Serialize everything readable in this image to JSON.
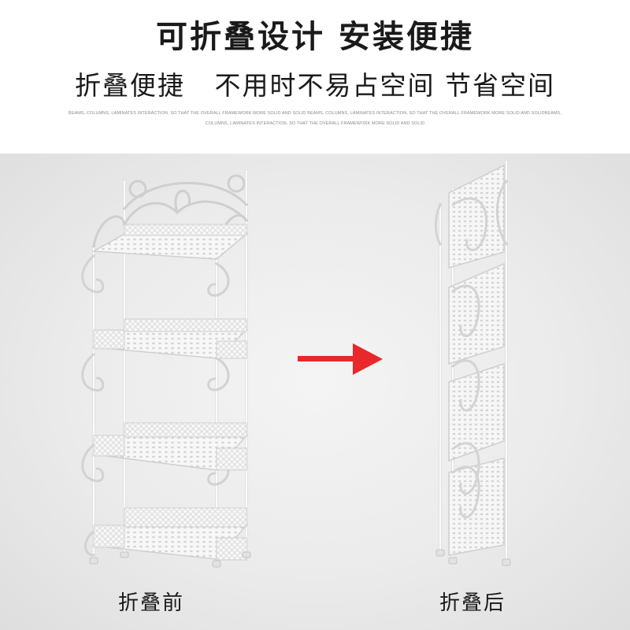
{
  "headline": "可折叠设计 安装便捷",
  "subheadline": "折叠便捷   不用时不易占空间 节省空间",
  "fine_print": [
    "BEAMS, COLUMNS, LAMINATES INTERACTION, SO THAT THE OVERALL FRAMEWORK MORE SOLID AND SOLID BEAMS, COLUMNS, LAMINATES INTERACTION, SO THAT THE OVERALL FRAMEWORK MORE SOLID AND SOLIDBEAMS,",
    "COLUMNS, LAMINATES INTERACTION, SO THAT THE OVERALL FRAMEWORK MORE SOLID AND SOLID"
  ],
  "captions": {
    "before": "折叠前",
    "after": "折叠后"
  },
  "colors": {
    "background_top": "#ffffff",
    "stage": "#ebebeb",
    "arrow": "#e8282b",
    "rack_white": "#fafafa",
    "rack_shadow": "#c9c9c9",
    "text": "#1a1a1a"
  }
}
